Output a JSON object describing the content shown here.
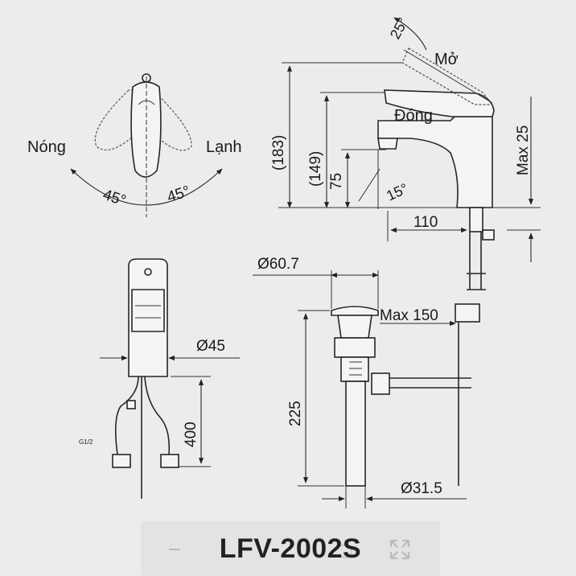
{
  "labels": {
    "nong": "Nóng",
    "lanh": "Lạnh",
    "angle_left": "45°",
    "angle_right": "45°",
    "angle_25": "25°",
    "mo": "Mở",
    "dong": "Đóng",
    "dim_183": "(183)",
    "dim_149": "(149)",
    "dim_75": "75",
    "angle_15": "15°",
    "max25": "Max 25",
    "dim_110": "110",
    "d60_7": "Ø60.7",
    "max150": "Max 150",
    "d45": "Ø45",
    "dim_400": "400",
    "dim_225": "225",
    "d31_5": "Ø31.5",
    "g12": "G1/2"
  },
  "model": "LFV-2002S"
}
